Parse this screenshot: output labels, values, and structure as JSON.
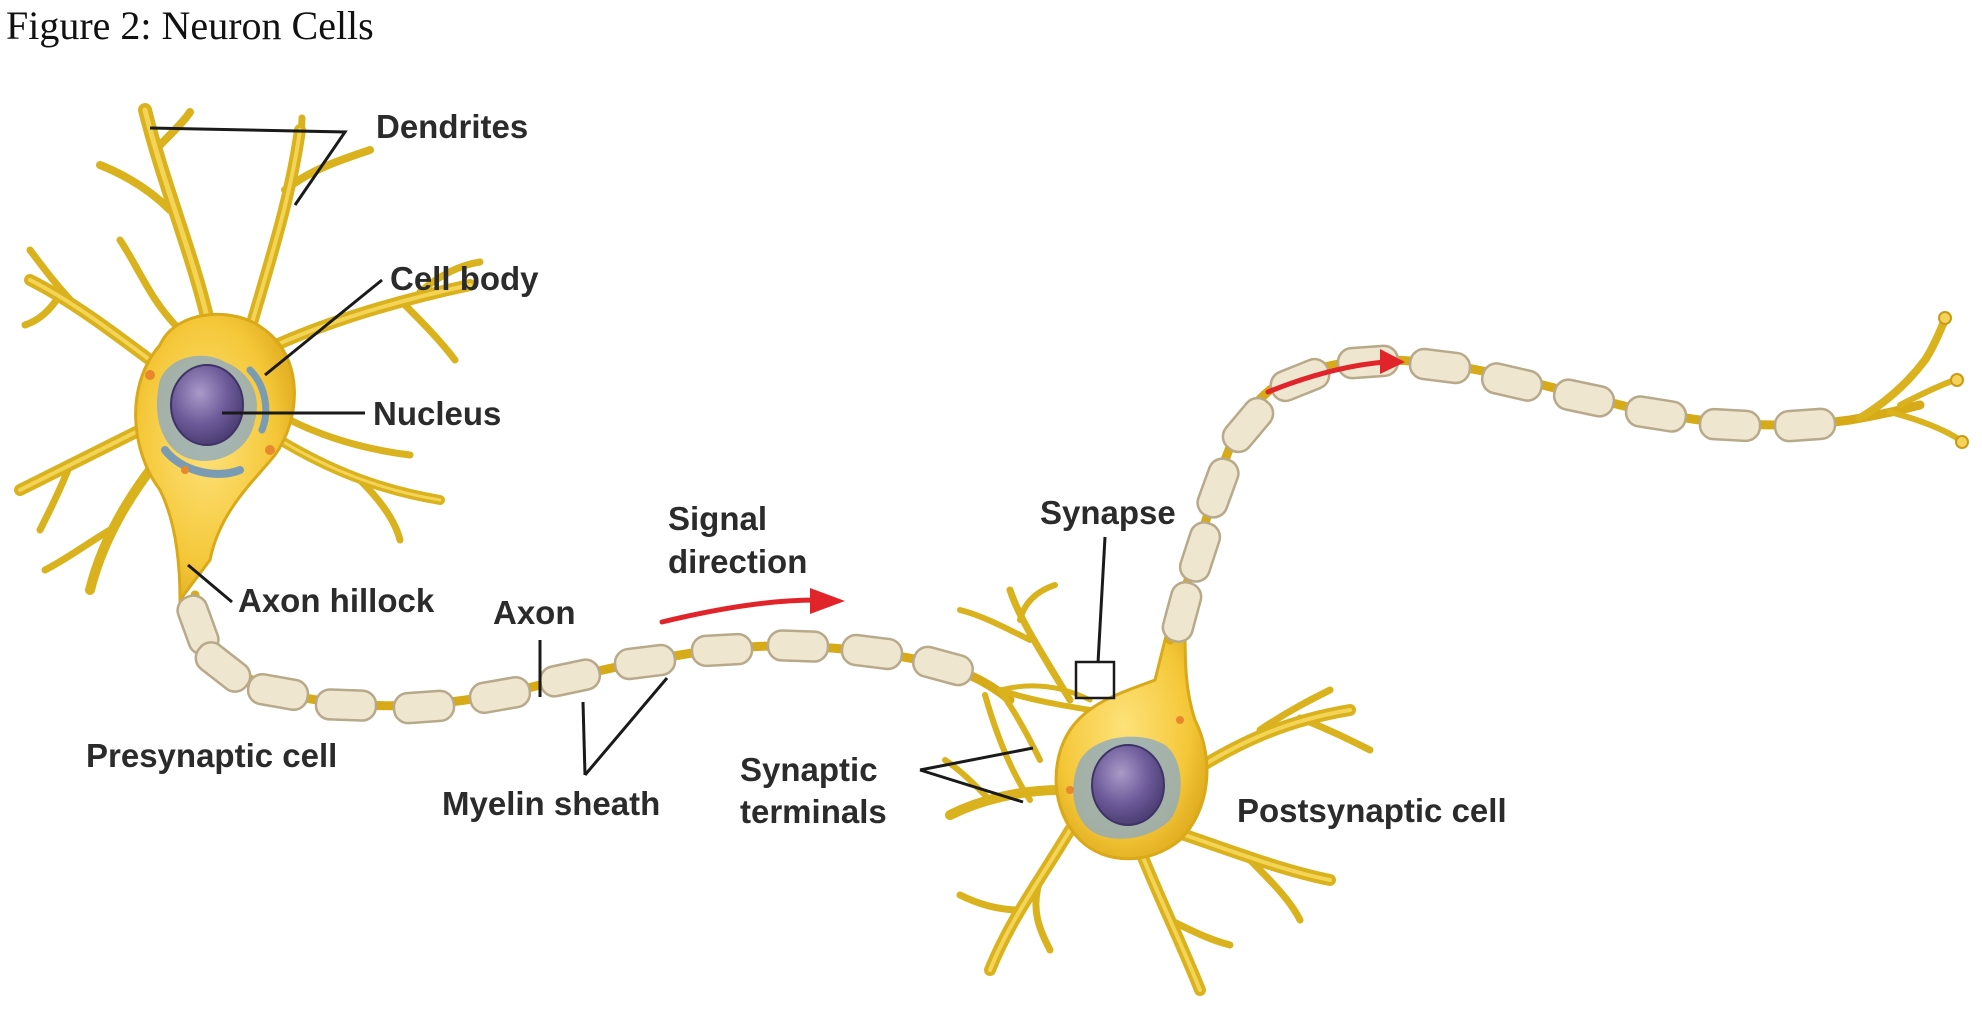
{
  "caption": "Figure 2: Neuron Cells",
  "labels": {
    "dendrites": "Dendrites",
    "cell_body": "Cell body",
    "nucleus": "Nucleus",
    "axon_hillock": "Axon hillock",
    "axon": "Axon",
    "presynaptic_cell": "Presynaptic cell",
    "myelin_sheath": "Myelin sheath",
    "signal_line1": "Signal",
    "signal_line2": "direction",
    "synapse": "Synapse",
    "synaptic_line1": "Synaptic",
    "synaptic_line2": "terminals",
    "postsynaptic_cell": "Postsynaptic cell"
  },
  "colors": {
    "cell_yellow": "#f5c83a",
    "myelin": "#efe6cf",
    "nucleus": "#6d5a99",
    "organelles": "#7a9bb4",
    "arrow": "#e0242a"
  }
}
